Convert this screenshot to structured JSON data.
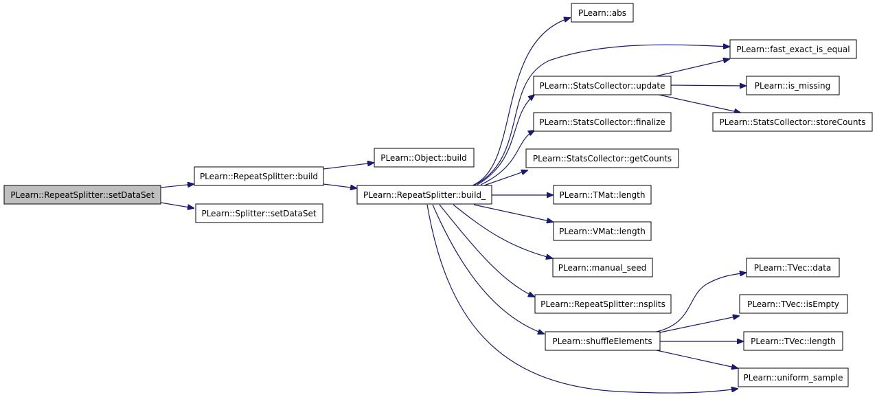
{
  "diagram": {
    "nodes": {
      "setDataSet": "PLearn::RepeatSplitter::setDataSet",
      "rsBuild": "PLearn::RepeatSplitter::build",
      "splitterSet": "PLearn::Splitter::setDataSet",
      "objBuild": "PLearn::Object::build",
      "build_": "PLearn::RepeatSplitter::build_",
      "abs": "PLearn::abs",
      "fastEq": "PLearn::fast_exact_is_equal",
      "scUpdate": "PLearn::StatsCollector::update",
      "isMissing": "PLearn::is_missing",
      "storeCounts": "PLearn::StatsCollector::storeCounts",
      "finalize": "PLearn::StatsCollector::finalize",
      "getCounts": "PLearn::StatsCollector::getCounts",
      "tmatLen": "PLearn::TMat::length",
      "vmatLen": "PLearn::VMat::length",
      "manualSeed": "PLearn::manual_seed",
      "nsplits": "PLearn::RepeatSplitter::nsplits",
      "shuffle": "PLearn::shuffleElements",
      "tvecData": "PLearn::TVec::data",
      "tvecIsEmpty": "PLearn::TVec::isEmpty",
      "tvecLen": "PLearn::TVec::length",
      "uniformSample": "PLearn::uniform_sample"
    },
    "edges": [
      [
        "setDataSet",
        "rsBuild"
      ],
      [
        "setDataSet",
        "splitterSet"
      ],
      [
        "rsBuild",
        "objBuild"
      ],
      [
        "rsBuild",
        "build_"
      ],
      [
        "build_",
        "abs"
      ],
      [
        "build_",
        "fastEq"
      ],
      [
        "build_",
        "scUpdate"
      ],
      [
        "build_",
        "finalize"
      ],
      [
        "build_",
        "getCounts"
      ],
      [
        "build_",
        "tmatLen"
      ],
      [
        "build_",
        "vmatLen"
      ],
      [
        "build_",
        "manualSeed"
      ],
      [
        "build_",
        "nsplits"
      ],
      [
        "build_",
        "shuffle"
      ],
      [
        "build_",
        "uniformSample"
      ],
      [
        "scUpdate",
        "fastEq"
      ],
      [
        "scUpdate",
        "isMissing"
      ],
      [
        "scUpdate",
        "storeCounts"
      ],
      [
        "shuffle",
        "tvecData"
      ],
      [
        "shuffle",
        "tvecIsEmpty"
      ],
      [
        "shuffle",
        "tvecLen"
      ],
      [
        "shuffle",
        "uniformSample"
      ]
    ],
    "colors": {
      "edge": "#191970",
      "root_fill": "#bfbfbf",
      "node_fill": "#ffffff"
    }
  }
}
